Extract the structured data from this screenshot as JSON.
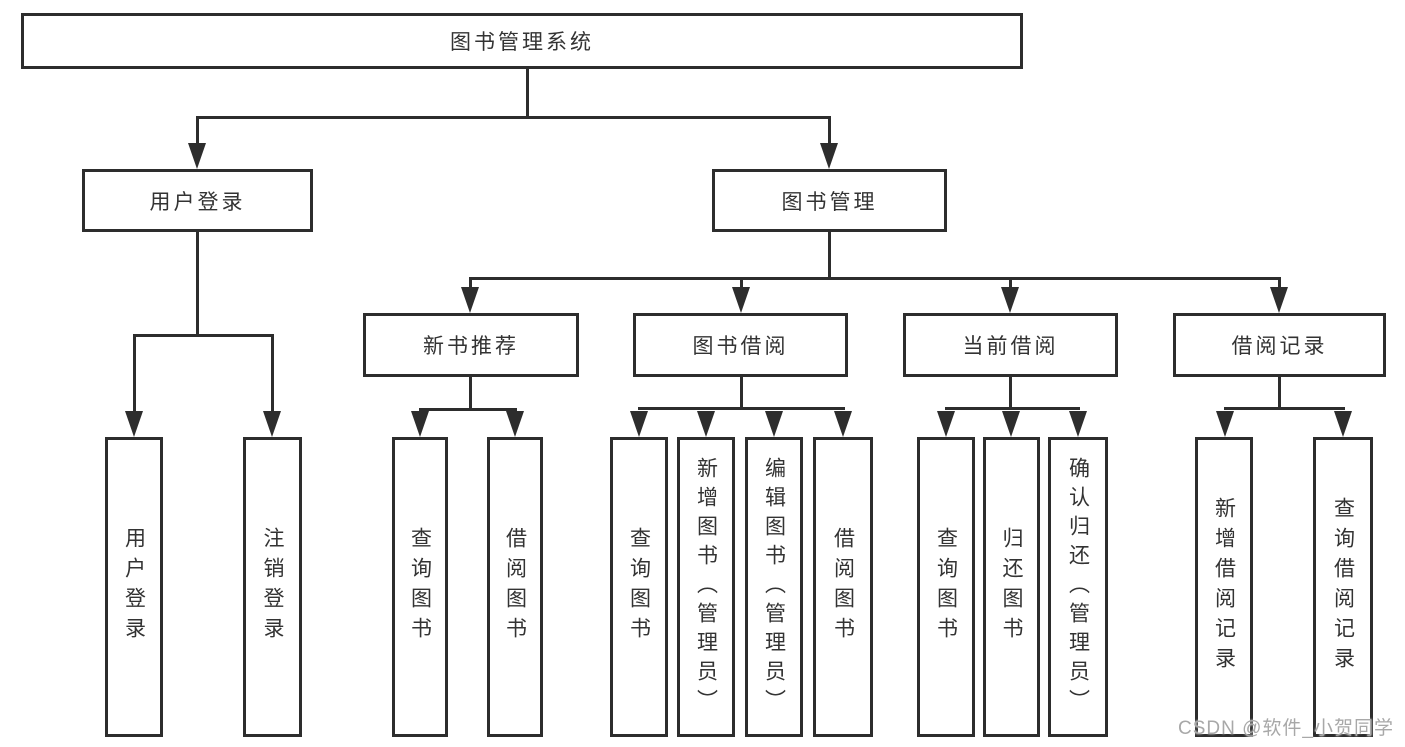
{
  "nodes": {
    "root": "图书管理系统",
    "user_login": "用户登录",
    "book_mgmt": "图书管理",
    "new_book": "新书推荐",
    "book_borrow": "图书借阅",
    "current_borrow": "当前借阅",
    "borrow_record": "借阅记录",
    "leaf_user_login": "用户登录",
    "leaf_logout": "注销登录",
    "leaf_nb_query": "查询图书",
    "leaf_nb_borrow": "借阅图书",
    "leaf_bb_query": "查询图书",
    "leaf_bb_add": "新增图书（管理员）",
    "leaf_bb_edit": "编辑图书（管理员）",
    "leaf_bb_borrow": "借阅图书",
    "leaf_cb_query": "查询图书",
    "leaf_cb_return": "归还图书",
    "leaf_cb_confirm": "确认归还（管理员）",
    "leaf_br_add": "新增借阅记录",
    "leaf_br_query": "查询借阅记录"
  },
  "watermark": "CSDN @软件_小贺同学",
  "colors": {
    "line": "#2d2d2d",
    "text": "#333333",
    "watermark": "#a8a8a8",
    "background": "#ffffff"
  }
}
